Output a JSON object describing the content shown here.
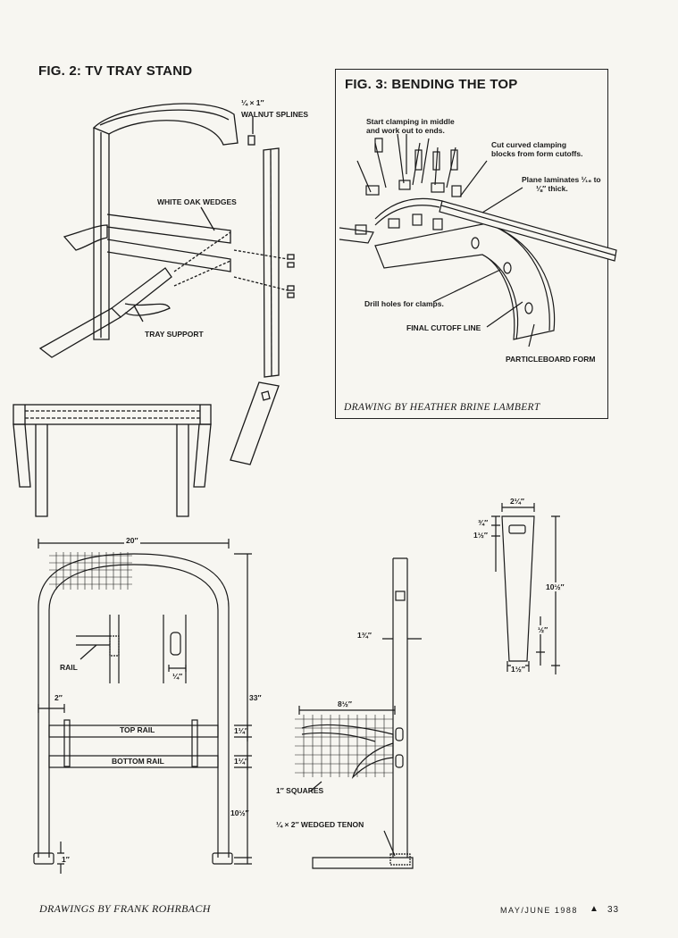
{
  "fig2": {
    "title": "FIG. 2: TV TRAY STAND",
    "labels": {
      "splines_size": "¼ × 1″",
      "splines": "WALNUT SPLINES",
      "wedges": "WHITE OAK WEDGES",
      "tray_support": "TRAY SUPPORT"
    }
  },
  "fig3": {
    "title": "FIG. 3: BENDING THE TOP",
    "labels": {
      "start_clamping": "Start clamping in middle",
      "start_clamping_2": "and work out to ends.",
      "cut_blocks": "Cut curved clamping",
      "cut_blocks_2": "blocks from form cutoffs.",
      "plane": "Plane laminates ¹⁄₁₆ to",
      "plane_2": "⅛″ thick.",
      "drill": "Drill holes for clamps.",
      "cutoff": "FINAL CUTOFF LINE",
      "form": "PARTICLEBOARD FORM"
    },
    "credit": "DRAWING BY HEATHER BRINE LAMBERT"
  },
  "elevation": {
    "dim_width": "20″",
    "dim_height": "33″",
    "dim_2": "2″",
    "dim_rail_top": "1¼″",
    "dim_rail_bottom": "1¼″",
    "dim_bottom": "10½″",
    "dim_foot": "1″",
    "dim_detail": "¼″",
    "rail": "RAIL",
    "top_rail": "TOP RAIL",
    "bottom_rail": "BOTTOM RAIL"
  },
  "side": {
    "dim_134": "1¾″",
    "dim_812": "8½″",
    "squares": "1″ SQUARES",
    "tenon": "¼ × 2″ WEDGED TENON"
  },
  "support_detail": {
    "dim_214": "2¼″",
    "dim_34": "¾″",
    "dim_112a": "1½″",
    "dim_1012": "10½″",
    "dim_12": "½″",
    "dim_112b": "1½″"
  },
  "footer": {
    "credit": "DRAWINGS BY  FRANK ROHRBACH",
    "issue": "MAY/JUNE 1988",
    "page": "33"
  }
}
